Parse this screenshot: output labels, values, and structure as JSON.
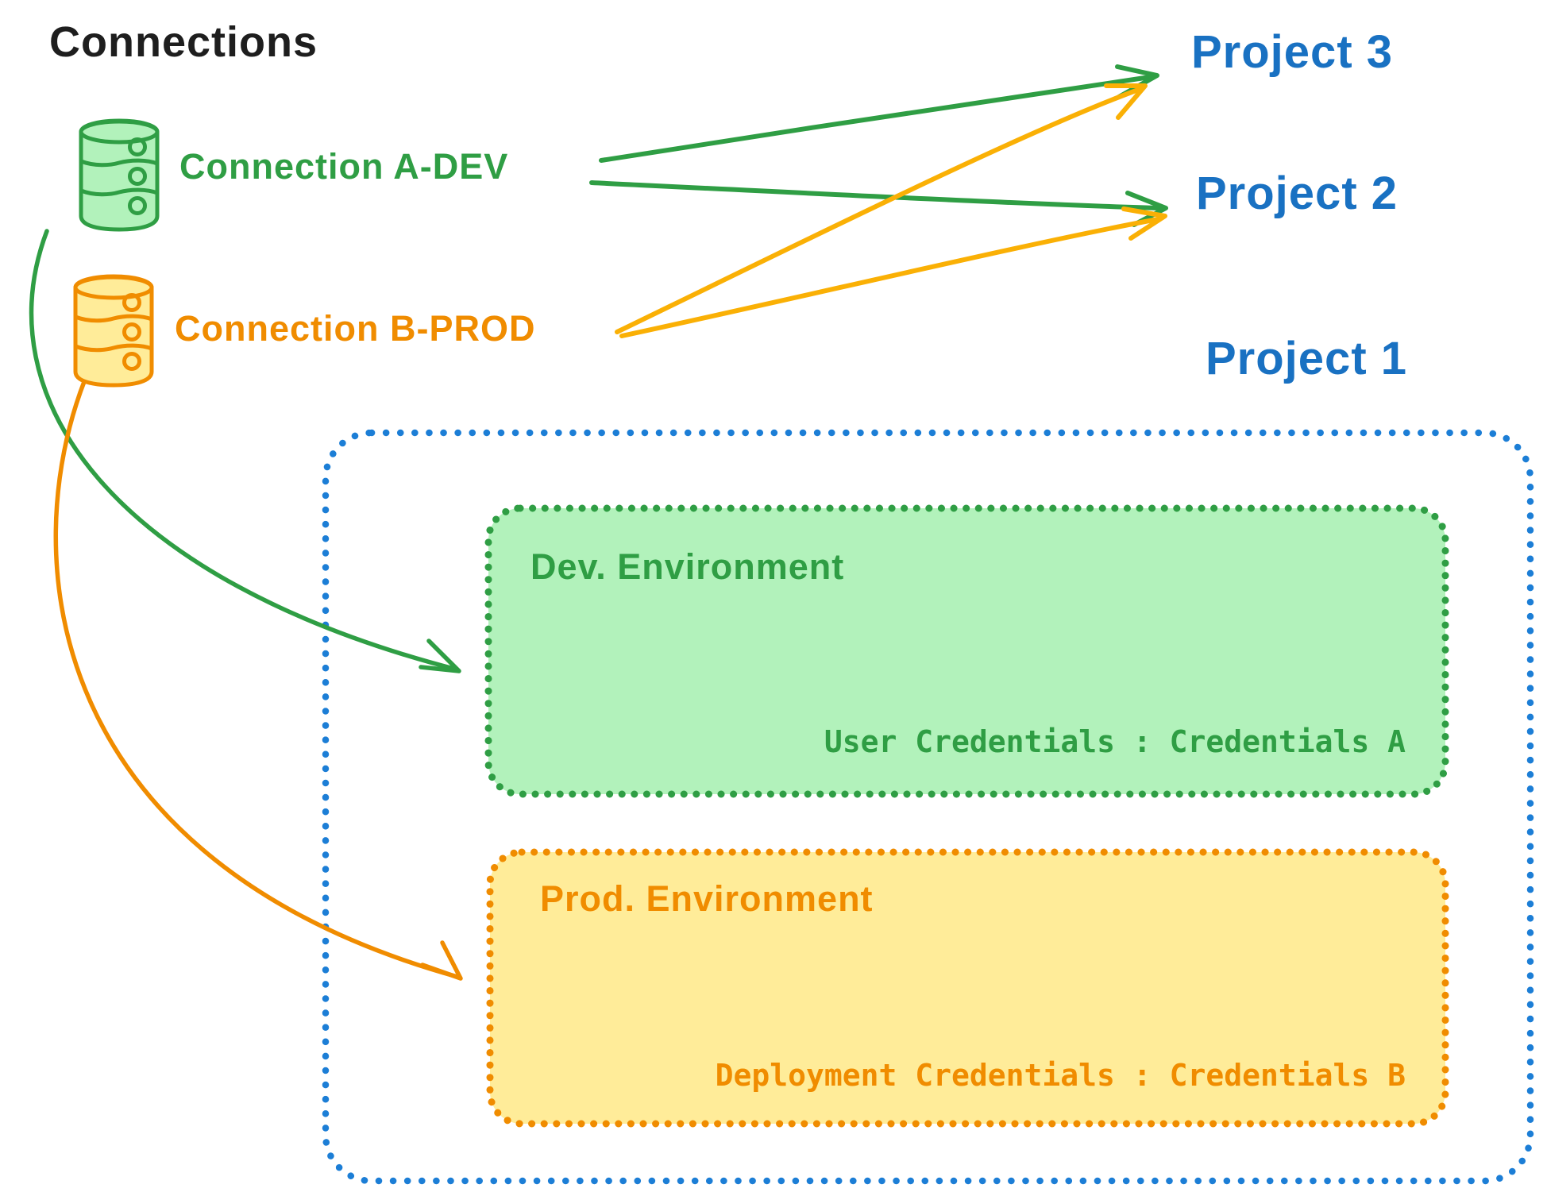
{
  "title": "Connections",
  "connections": [
    {
      "id": "a-dev",
      "label": "Connection A-DEV",
      "color": "#2f9e44",
      "fill": "#b2f2bb"
    },
    {
      "id": "b-prod",
      "label": "Connection B-PROD",
      "color": "#f08c00",
      "fill": "#ffec99"
    }
  ],
  "projects": [
    {
      "label": "Project 3"
    },
    {
      "label": "Project 2"
    },
    {
      "label": "Project 1"
    }
  ],
  "project1_detail": {
    "dev_environment": {
      "title": "Dev. Environment",
      "credentials_label": "User Credentials : Credentials A"
    },
    "prod_environment": {
      "title": "Prod. Environment",
      "credentials_label": "Deployment Credentials : Credentials B"
    }
  },
  "edges": [
    {
      "from": "Connection A-DEV",
      "to": "Project 3",
      "style": "straight",
      "color": "#2f9e44"
    },
    {
      "from": "Connection A-DEV",
      "to": "Project 2",
      "style": "straight",
      "color": "#2f9e44"
    },
    {
      "from": "Connection B-PROD",
      "to": "Project 3",
      "style": "straight",
      "color": "#fab005"
    },
    {
      "from": "Connection B-PROD",
      "to": "Project 2",
      "style": "straight",
      "color": "#fab005"
    },
    {
      "from": "Connection A-DEV",
      "to": "Dev. Environment",
      "style": "curved",
      "color": "#2f9e44"
    },
    {
      "from": "Connection B-PROD",
      "to": "Prod. Environment",
      "style": "curved",
      "color": "#f08c00"
    }
  ],
  "colors": {
    "green_stroke": "#2f9e44",
    "green_fill": "#b2f2bb",
    "orange_stroke": "#f08c00",
    "orange_fill": "#ffec99",
    "yellow_arrow": "#fab005",
    "blue": "#1971c2",
    "blue_dots": "#1c7ed6",
    "text_black": "#1e1e1e"
  }
}
